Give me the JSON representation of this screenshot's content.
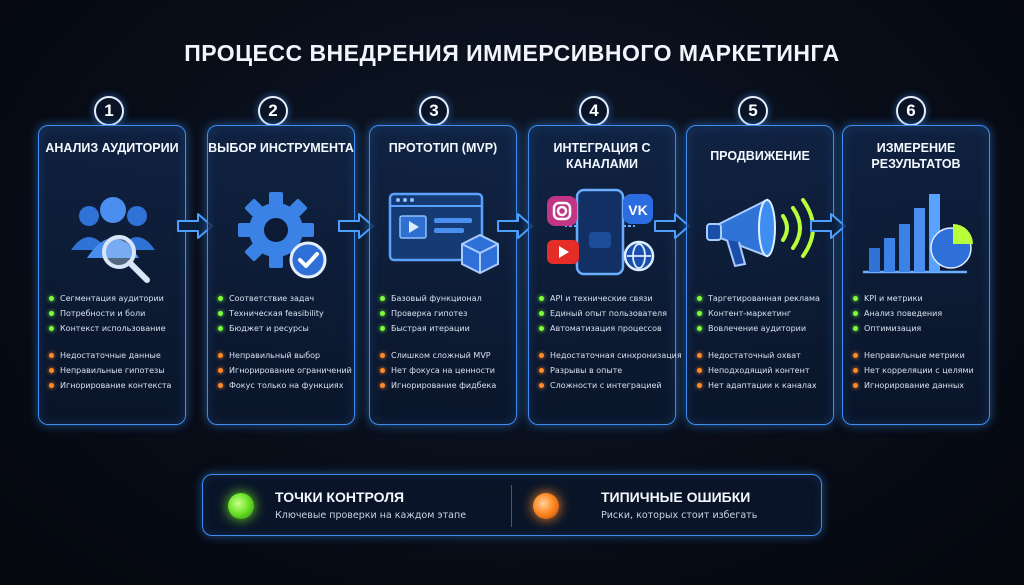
{
  "title": "ПРОЦЕСС ВНЕДРЕНИЯ ИММЕРСИВНОГО МАРКЕТИНГА",
  "colors": {
    "accent": "#3d8df0",
    "check": "#7cff3a",
    "error": "#ff8a2a"
  },
  "steps": [
    {
      "number": "1",
      "title": "АНАЛИЗ АУДИТОРИИ",
      "icon": "audience-search-icon",
      "checks": [
        "Сегментация аудитории",
        "Потребности и боли",
        "Контекст использование"
      ],
      "errors": [
        "Недостаточные данные",
        "Неправильные гипотезы",
        "Игнорирование контекста"
      ]
    },
    {
      "number": "2",
      "title": "ВЫБОР ИНСТРУМЕНТА",
      "icon": "gear-check-icon",
      "checks": [
        "Соответствие задач",
        "Техническая feasibility",
        "Бюджет и ресурсы"
      ],
      "errors": [
        "Неправильный выбор",
        "Игнорирование ограничений",
        "Фокус только на функциях"
      ]
    },
    {
      "number": "3",
      "title": "ПРОТОТИП (MVP)",
      "icon": "browser-cube-icon",
      "checks": [
        "Базовый функционал",
        "Проверка гипотез",
        "Быстрая итерации"
      ],
      "errors": [
        "Слишком сложный MVP",
        "Нет фокуса на ценности",
        "Игнорирование фидбека"
      ]
    },
    {
      "number": "4",
      "title": "ИНТЕГРАЦИЯ С КАНАЛАМИ",
      "icon": "phone-social-icon",
      "checks": [
        "API и технические связи",
        "Единый опыт пользователя",
        "Автоматизация процессов"
      ],
      "errors": [
        "Недостаточная синхронизация",
        "Разрывы в опыте",
        "Сложности с интеграцией"
      ]
    },
    {
      "number": "5",
      "title": "ПРОДВИЖЕНИЕ",
      "icon": "megaphone-icon",
      "checks": [
        "Таргетированная реклама",
        "Контент-маркетинг",
        "Вовлечение аудитории"
      ],
      "errors": [
        "Недостаточный охват",
        "Неподходящий контент",
        "Нет адаптации к каналах"
      ]
    },
    {
      "number": "6",
      "title": "ИЗМЕРЕНИЕ РЕЗУЛЬТАТОВ",
      "icon": "bar-pie-chart-icon",
      "checks": [
        "KPI и метрики",
        "Анализ поведения",
        "Оптимизация"
      ],
      "errors": [
        "Неправильные метрики",
        "Нет корреляции с целями",
        "Игнорирование данных"
      ]
    }
  ],
  "legend": {
    "checks_title": "ТОЧКИ КОНТРОЛЯ",
    "checks_sub": "Ключевые проверки на каждом этапе",
    "errors_title": "ТИПИЧНЫЕ ОШИБКИ",
    "errors_sub": "Риски, которых стоит избегать"
  }
}
